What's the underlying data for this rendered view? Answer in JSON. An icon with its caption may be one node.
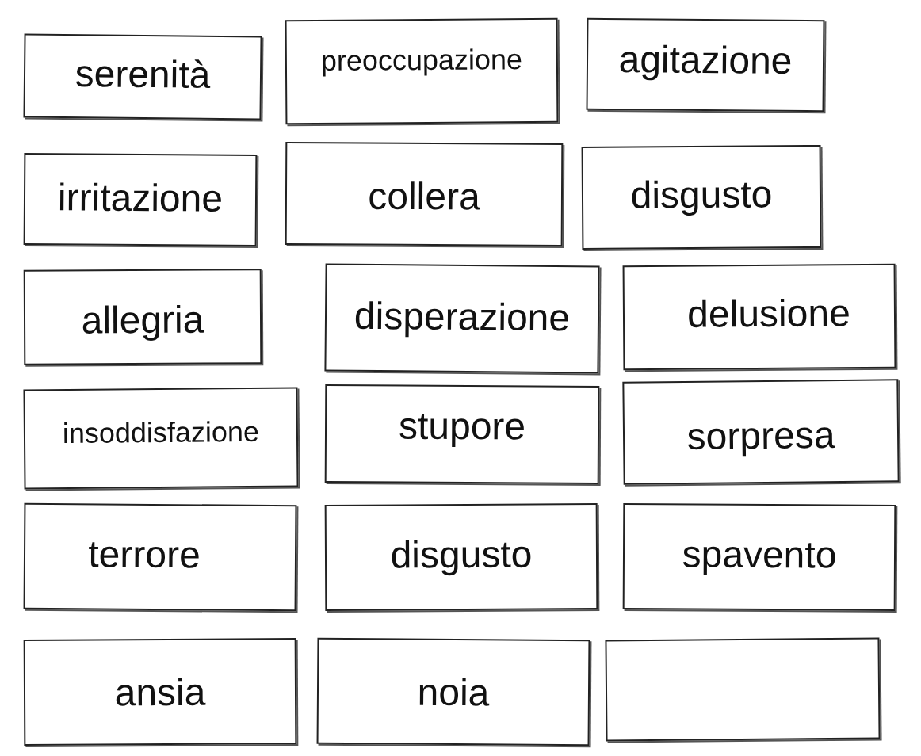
{
  "diagram": {
    "nodes": [
      {
        "text": [
          "serenità"
        ]
      },
      {
        "text": [
          "preoccupazione"
        ]
      },
      {
        "text": [
          "agitazione"
        ]
      },
      {
        "text": [
          "irritazione"
        ]
      },
      {
        "text": [
          "collera"
        ]
      },
      {
        "text": [
          "disgusto"
        ]
      },
      {
        "text": [
          "allegria"
        ]
      },
      {
        "text": [
          "disperazione"
        ]
      },
      {
        "text": [
          "delusione"
        ]
      },
      {
        "text": [
          "insoddisfazione"
        ]
      },
      {
        "text": [
          "stupore"
        ]
      },
      {
        "text": [
          "sorpresa"
        ]
      },
      {
        "text": [
          "terrore"
        ]
      },
      {
        "text": [
          "disgusto"
        ]
      },
      {
        "text": [
          "spavento"
        ]
      },
      {
        "text": [
          "ansia"
        ]
      },
      {
        "text": [
          "noia"
        ]
      },
      {
        "text": [],
        "shape": "box"
      }
    ]
  }
}
